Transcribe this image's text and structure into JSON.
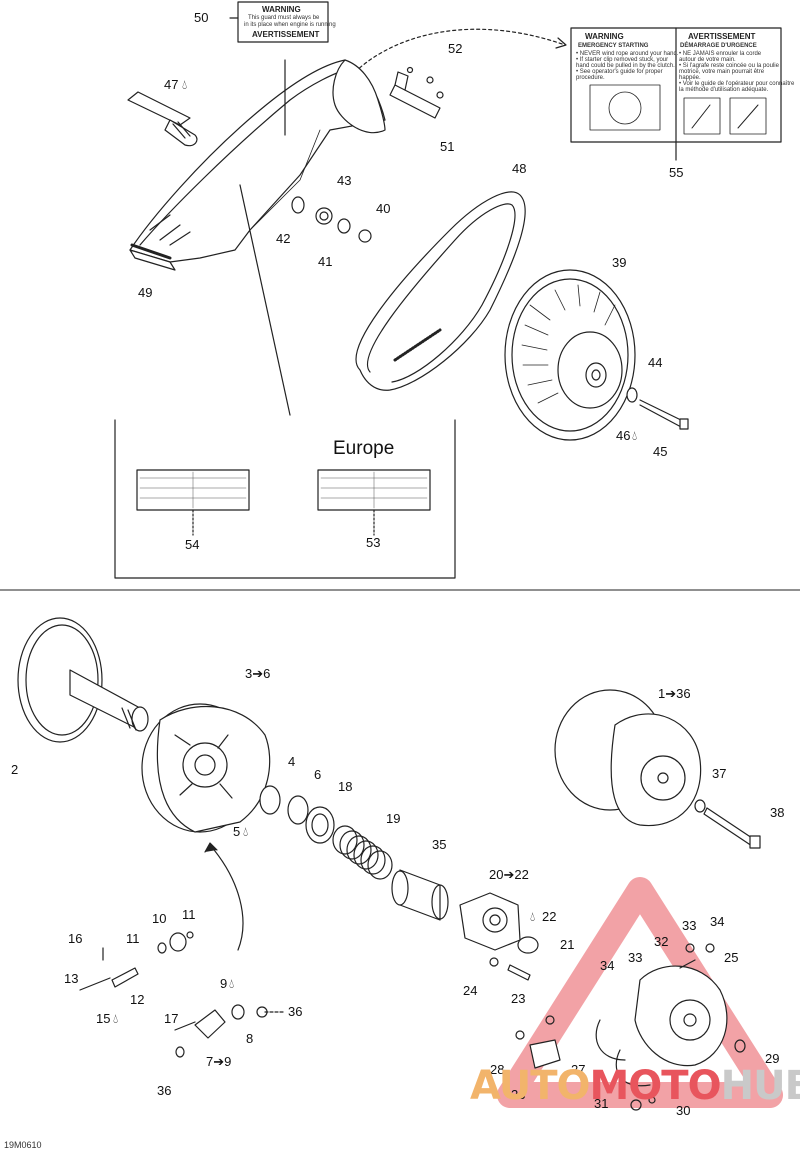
{
  "figure": {
    "region_label": "Europe",
    "reference_code": "19M0610"
  },
  "labels": {
    "decal_top": "50",
    "screw_top": "52",
    "bracket": "51",
    "shaft_top": "47",
    "o_ring_a": "43",
    "o_ring_b": "40",
    "washer_a": "42",
    "washer_b": "41",
    "belt_guard_rail": "49",
    "drive_belt": "48",
    "driven_pulley": "39",
    "washer_c": "44",
    "bolt_a": "46",
    "bolt_b": "45",
    "warning_decal": "55",
    "decal_eu_a": "54",
    "decal_eu_b": "53",
    "fixed_sheave": "2",
    "sliding_sheave": "3➔6",
    "bushing_a": "4",
    "ring_a": "6",
    "ring_b": "18",
    "spring": "19",
    "sleeve": "35",
    "loctite_a": "5",
    "drive_pulley": "1➔36",
    "washer_d": "37",
    "bolt_c": "38",
    "spider": "20➔22",
    "loctite_b": "22",
    "cap": "21",
    "screw_b": "24",
    "screw_c": "23",
    "pin_a": "16",
    "pin_b": "11",
    "washer_e": "11",
    "roller": "10",
    "bolt_d": "13",
    "bushing_b": "12",
    "loctite_c": "15",
    "lever": "7➔9",
    "loctite_d": "9",
    "bushing_c": "8",
    "pin_c": "17",
    "nut_a": "36",
    "nut_b": "36",
    "cover": "25",
    "screw_d": "33",
    "screw_e": "33",
    "nut_c": "34",
    "nut_d": "34",
    "washer_f": "32",
    "screw_f": "29",
    "bolt_e": "28",
    "spacer": "27",
    "washer_g": "26",
    "nut_e": "31",
    "washer_h": "30"
  },
  "decals": {
    "top_title": "WARNING",
    "top_line1": "This guard must always be",
    "top_line2": "in its place when engine is running",
    "top_title2": "AVERTISSEMENT",
    "warning_title_en": "WARNING",
    "warning_title_fr": "AVERTISSEMENT",
    "warning_sub_en": "EMERGENCY STARTING",
    "warning_sub_fr": "DÉMARRAGE D'URGENCE",
    "warning_lines_en": [
      "• NEVER wind rope around your hand.",
      "• If starter clip removed stuck, your",
      "  hand could be pulled in by the clutch.",
      "• See operator's guide for proper",
      "  procedure."
    ],
    "warning_lines_fr": [
      "• NE JAMAIS enrouler la corde",
      "  autour de votre main.",
      "• Si l'agrafe reste coincée ou la poulie",
      "  motrice, votre main pourrait être",
      "  happée.",
      "• Voir le guide de l'opérateur pour connaître",
      "  la méthode d'utilisation adéquate."
    ]
  },
  "watermark": {
    "part1": "AUTO",
    "part2": "MOTO",
    "part3": "HUB"
  }
}
